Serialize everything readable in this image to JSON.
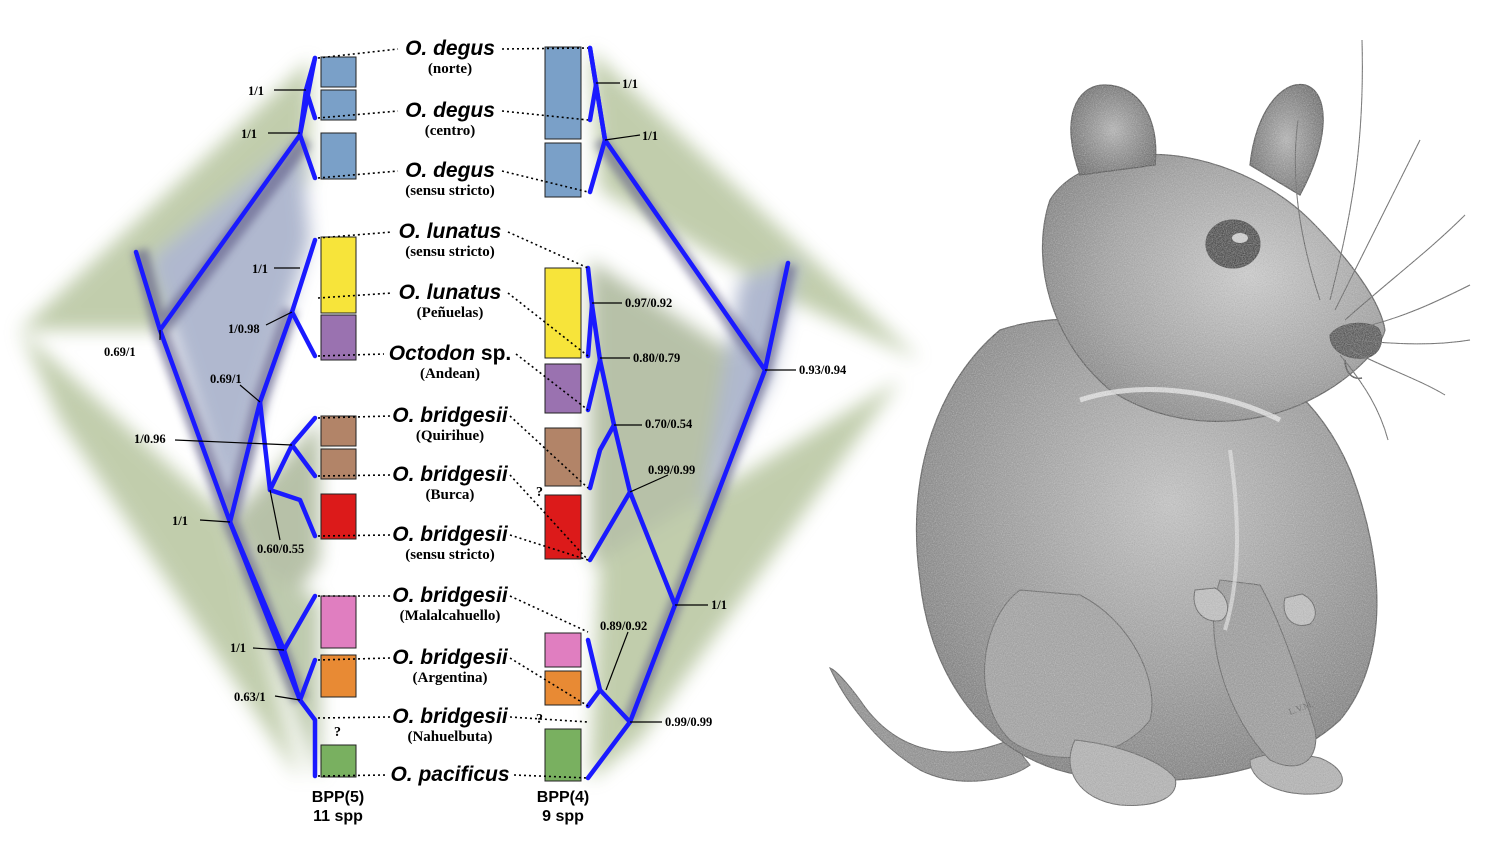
{
  "taxa": [
    {
      "name": "O. degus",
      "suffix": "",
      "locality": "(norte)",
      "color": "#7aa0c8"
    },
    {
      "name": "O. degus",
      "suffix": "",
      "locality": "(centro)",
      "color": "#7aa0c8"
    },
    {
      "name": "O. degus",
      "suffix": "",
      "locality": "(sensu stricto)",
      "color": "#7aa0c8"
    },
    {
      "name": "O. lunatus",
      "suffix": "",
      "locality": "(sensu stricto)",
      "color": "#f7e43a"
    },
    {
      "name": "O. lunatus",
      "suffix": "",
      "locality": "(Peñuelas)",
      "color": "#f7e43a"
    },
    {
      "name": "Octodon",
      "suffix": " sp.",
      "locality": "(Andean)",
      "color": "#9a72b0"
    },
    {
      "name": "O. bridgesii",
      "suffix": "",
      "locality": "(Quirihue)",
      "color": "#b28468"
    },
    {
      "name": "O. bridgesii",
      "suffix": "",
      "locality": "(Burca)",
      "color": "#b28468"
    },
    {
      "name": "O. bridgesii",
      "suffix": "",
      "locality": "(sensu stricto)",
      "color": "#dc1a1a"
    },
    {
      "name": "O. bridgesii",
      "suffix": "",
      "locality": "(Malalcahuello)",
      "color": "#e07ec0"
    },
    {
      "name": "O. bridgesii",
      "suffix": "",
      "locality": "(Argentina)",
      "color": "#e88a34"
    },
    {
      "name": "O. bridgesii",
      "suffix": "",
      "locality": "(Nahuelbuta)",
      "color": ""
    },
    {
      "name": "O. pacificus",
      "suffix": "",
      "locality": "",
      "color": "#79b060"
    }
  ],
  "left_tree": {
    "title": "BPP(5)",
    "subtitle": "11 spp",
    "supports": [
      "1/1",
      "1/1",
      "0.69/1",
      "1/1",
      "1/0.98",
      "0.69/1",
      "1/0.96",
      "1/1",
      "0.60/0.55",
      "1/1",
      "0.63/1"
    ],
    "question_mark": "?"
  },
  "right_tree": {
    "title": "BPP(4)",
    "subtitle": "9 spp",
    "supports": [
      "1/1",
      "1/1",
      "0.97/0.92",
      "0.80/0.79",
      "0.93/0.94",
      "0.70/0.54",
      "0.99/0.99",
      "1/1",
      "0.89/0.92",
      "0.99/0.99"
    ],
    "question_marks": [
      "?",
      "?"
    ]
  },
  "illustration": {
    "subject": "degu-drawing",
    "signature": "L.V.M."
  },
  "colors": {
    "branch": "#1a1aff",
    "cloud_green": "#7f9a5a",
    "cloud_purple": "#6a5c96",
    "pencil": "#555555"
  }
}
